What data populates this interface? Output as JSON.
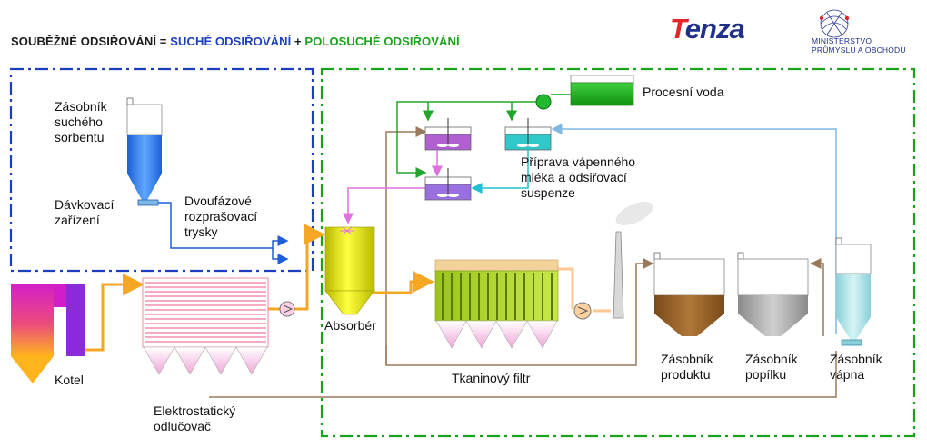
{
  "title": {
    "prefix": "SOUBĚŽNÉ ODSIŘOVÁNÍ =",
    "dry": "SUCHÉ ODSIŘOVÁNÍ",
    "plus": "+",
    "semidry": "POLOSUCHÉ ODSIŘOVÁNÍ"
  },
  "logo": {
    "t": "T",
    "rest": "enza"
  },
  "ministry": "MINISTERSTVO\nPRŮMYSLU A OBCHODU",
  "labels": {
    "dry_sorbent_tank": "Zásobník\nsuchého\nsorbentu",
    "dosing": "Dávkovací\nzařízení",
    "nozzles": "Dvoufázové\nrozprašovací\ntrysky",
    "process_water": "Procesní voda",
    "lime_milk": "Příprava vápenného\nmléka a odsiřovací\nsuspenze",
    "absorber": "Absorbér",
    "fabric_filter": "Tkaninový filtr",
    "product_tank": "Zásobník\nproduktu",
    "ash_tank": "Zásobník\npopílku",
    "lime_tank": "Zásobník\nvápna",
    "boiler": "Kotel",
    "esp": "Elektrostatický\nodlučovač"
  },
  "colors": {
    "dry_box": "#1c3fbf",
    "semidry_box": "#1aa21a",
    "flue_gas": "#f5a623",
    "return_line": "#9a7a5a",
    "water": "#22a52a",
    "lime_line": "#7fb8e0"
  }
}
